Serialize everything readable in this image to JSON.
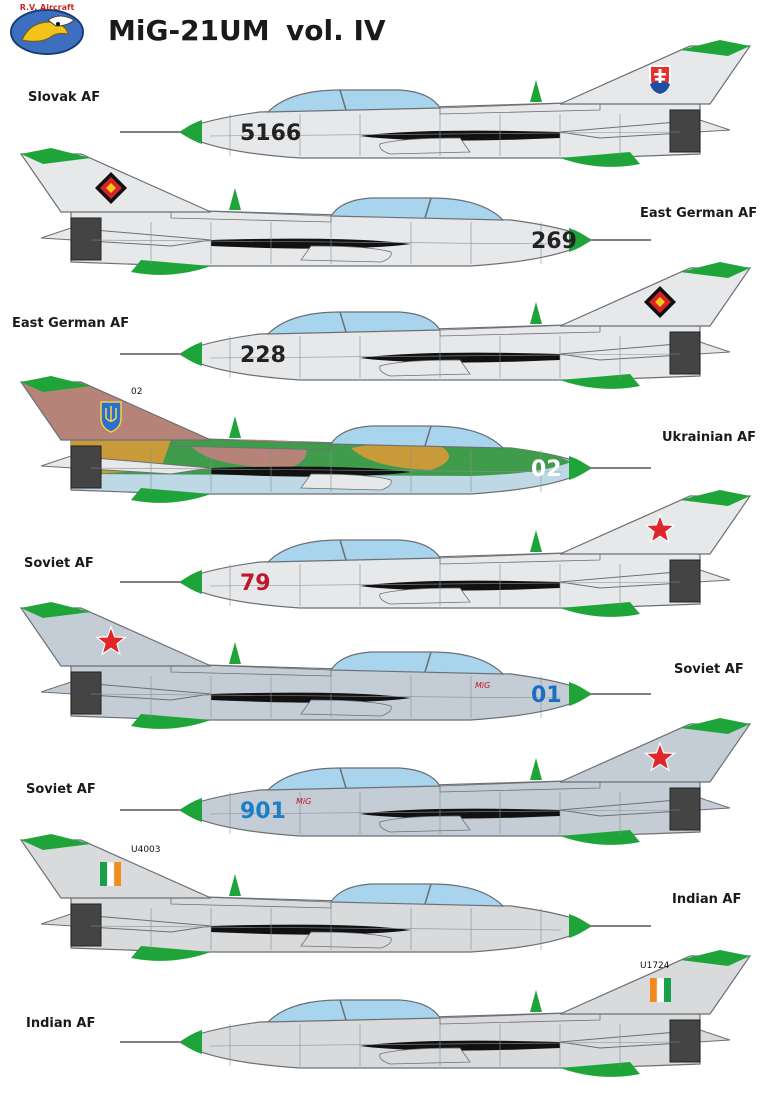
{
  "header": {
    "brand": "R.V. Aircraft",
    "title": "MiG-21UM",
    "volume": "vol. IV"
  },
  "colors": {
    "silver": "#e6e8ea",
    "light_grey": "#d8dadb",
    "blue_grey": "#c4cdd6",
    "nose_green": "#1fa43a",
    "canopy": "#a8d4ee",
    "panel_line": "#8a8e93",
    "black": "#111111",
    "red_star": "#e0262b",
    "ukr_green": "#3f9c4a",
    "ukr_brown": "#b58378",
    "ukr_tan": "#c99a39",
    "ukr_underside": "#bfd8e6"
  },
  "aircraft": [
    {
      "label": "Slovak AF",
      "serial": "5166",
      "serial_color": "#222222",
      "scheme": "silver",
      "dir": "right",
      "tail_marking": "slovak-shield-icon"
    },
    {
      "label": "East German AF",
      "serial": "269",
      "serial_color": "#222222",
      "scheme": "silver",
      "dir": "left",
      "tail_marking": "gdr-emblem-icon"
    },
    {
      "label": "East German AF",
      "serial": "228",
      "serial_color": "#222222",
      "scheme": "silver",
      "dir": "right",
      "tail_marking": "gdr-emblem-icon"
    },
    {
      "label": "Ukrainian AF",
      "serial": "02",
      "serial_color": "#ffffff",
      "scheme": "camo",
      "dir": "left",
      "tail_marking": "trident-icon",
      "tail_code": "02"
    },
    {
      "label": "Soviet AF",
      "serial": "79",
      "serial_color": "#c0172b",
      "scheme": "silver",
      "dir": "right",
      "tail_marking": "red-star-icon"
    },
    {
      "label": "Soviet AF",
      "serial": "01",
      "serial_color": "#1a6fc4",
      "scheme": "bluegrey",
      "dir": "left",
      "tail_marking": "red-star-icon",
      "badge": "MiG"
    },
    {
      "label": "Soviet AF",
      "serial": "901",
      "serial_color": "#1a7fc8",
      "scheme": "bluegrey",
      "dir": "right",
      "tail_marking": "red-star-icon",
      "badge": "MiG"
    },
    {
      "label": "Indian AF",
      "serial": "",
      "serial_color": "#222222",
      "scheme": "grey",
      "dir": "left",
      "tail_marking": "indian-flag-icon",
      "tail_code": "U4003"
    },
    {
      "label": "Indian AF",
      "serial": "",
      "serial_color": "#222222",
      "scheme": "grey",
      "dir": "right",
      "tail_marking": "indian-flag-icon",
      "tail_code": "U1724"
    }
  ]
}
